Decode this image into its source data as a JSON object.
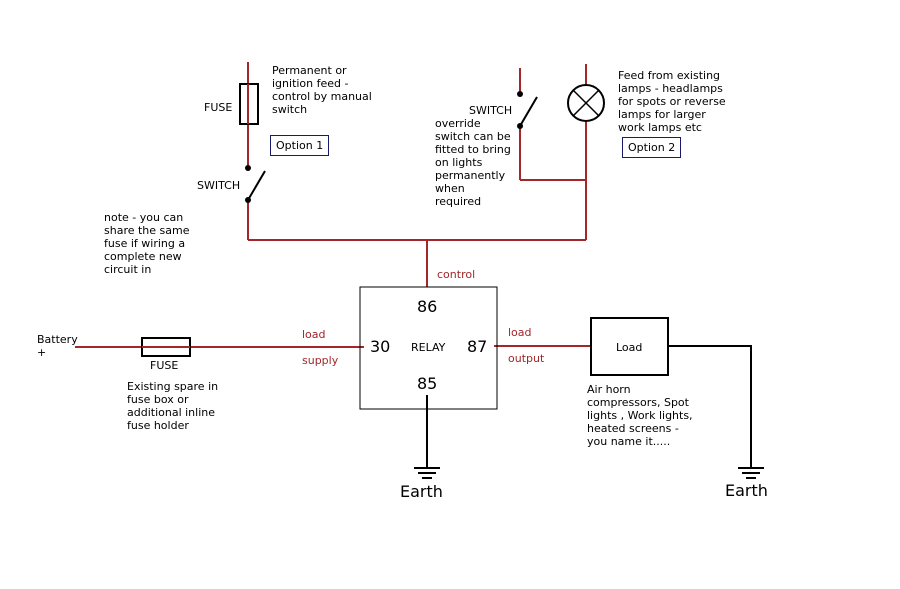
{
  "colors": {
    "wire_live": "#a3262a",
    "wire_earth": "#000000",
    "option_box_border": "#1a1a6b"
  },
  "top_left": {
    "fuse_label": "FUSE",
    "switch_label": "SWITCH",
    "feed_note": "Permanent or\nignition feed -\ncontrol by manual\nswitch",
    "option_label": "Option 1",
    "share_note": "note - you can\nshare the same\nfuse if wiring a\ncomplete new\ncircuit in"
  },
  "top_right": {
    "switch_label": "SWITCH",
    "override_note": "override\nswitch can be\nfitted to bring\non lights\npermanently\nwhen\nrequired",
    "lamp_icon": "lamp-icon",
    "feed_note": "Feed from existing\nlamps - headlamps\nfor spots or reverse\nlamps for larger\nwork lamps etc",
    "option_label": "Option 2"
  },
  "battery": {
    "label": "Battery\n+",
    "fuse_label": "FUSE",
    "fuse_note": "Existing spare in\nfuse box or\nadditional inline\nfuse holder"
  },
  "relay": {
    "label": "RELAY",
    "pin_86": "86",
    "pin_85": "85",
    "pin_30": "30",
    "pin_87": "87",
    "control_label": "control",
    "supply_label_1": "load",
    "supply_label_2": "supply",
    "output_label_1": "load",
    "output_label_2": "output",
    "earth_label": "Earth"
  },
  "load": {
    "label": "Load",
    "note": "Air horn\ncompressors, Spot\nlights , Work lights,\nheated screens -\nyou name it.....",
    "earth_label": "Earth"
  }
}
